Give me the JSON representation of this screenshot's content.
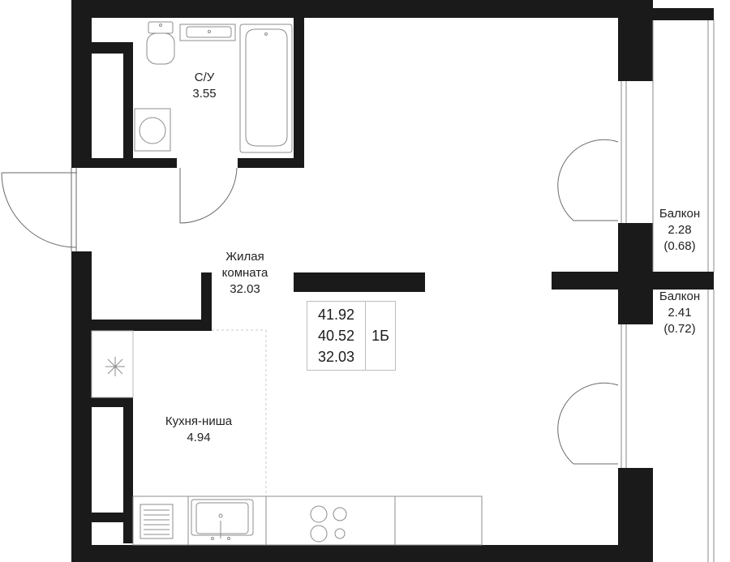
{
  "rooms": {
    "bathroom": {
      "name": "С/У",
      "area": "3.55"
    },
    "living": {
      "name_line1": "Жилая",
      "name_line2": "комната",
      "area": "32.03"
    },
    "kitchen": {
      "name": "Кухня-ниша",
      "area": "4.94"
    },
    "balcony_top": {
      "name": "Балкон",
      "area": "2.28",
      "reduced_area": "(0.68)"
    },
    "balcony_bottom": {
      "name": "Балкон",
      "area": "2.41",
      "reduced_area": "(0.72)"
    }
  },
  "summary": {
    "total_area": "41.92",
    "area_without_balconies": "40.52",
    "living_area": "32.03",
    "apartment_type": "1Б"
  },
  "colors": {
    "wall": "#1a1a1a",
    "line": "#7a7a7a",
    "fixture": "#8c8c8c"
  }
}
